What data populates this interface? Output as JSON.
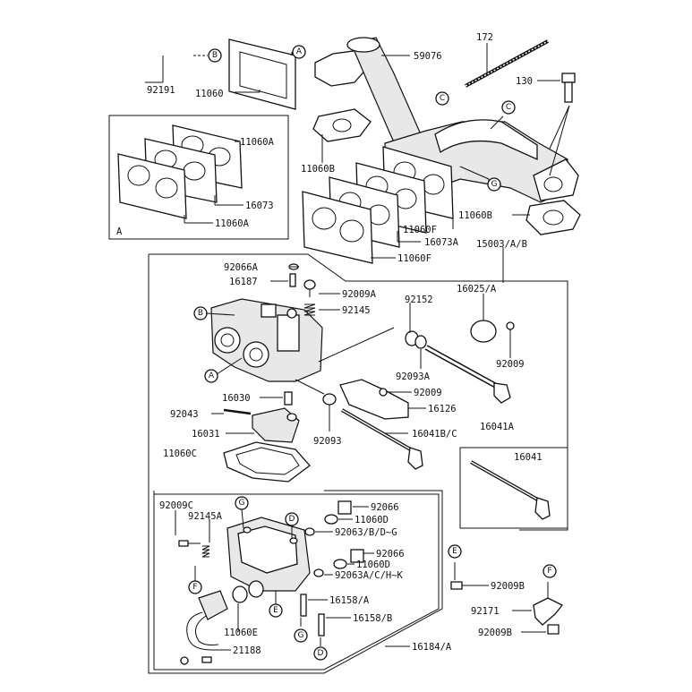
{
  "labels": {
    "p92191": "92191",
    "p11060": "11060",
    "p59076": "59076",
    "p172": "172",
    "p130": "130",
    "p11060A_1": "11060A",
    "p16073": "16073",
    "p11060A_2": "11060A",
    "p11060B_1": "11060B",
    "p11060B_2": "11060B",
    "p11060F_1": "11060F",
    "p16073A": "16073A",
    "p15003": "15003/A/B",
    "p11060F_2": "11060F",
    "p92066A": "92066A",
    "p16187": "16187",
    "p92009A": "92009A",
    "p92145": "92145",
    "p92152": "92152",
    "p16025": "16025/A",
    "p92009_1": "92009",
    "p92093A": "92093A",
    "p92009_2": "92009",
    "p16030": "16030",
    "p16126": "16126",
    "p92043": "92043",
    "p16041A": "16041A",
    "p16031": "16031",
    "p92093": "92093",
    "p16041BC": "16041B/C",
    "p11060C": "11060C",
    "p16041": "16041",
    "p92009C": "92009C",
    "p92145A": "92145A",
    "p92066_1": "92066",
    "p11060D_1": "11060D",
    "p92063BDG": "92063/B/D~G",
    "p92066_2": "92066",
    "p11060D_2": "11060D",
    "p92063ACHK": "92063A/C/H~K",
    "p16158A": "16158/A",
    "p16158B": "16158/B",
    "p11060E": "11060E",
    "p21188": "21188",
    "p16184": "16184/A",
    "p92009B_1": "92009B",
    "p92171": "92171",
    "p92009B_2": "92009B"
  },
  "callouts": {
    "A": "A",
    "B": "B",
    "C": "C",
    "D": "D",
    "E": "E",
    "F": "F",
    "G": "G"
  },
  "inset_label": "A"
}
